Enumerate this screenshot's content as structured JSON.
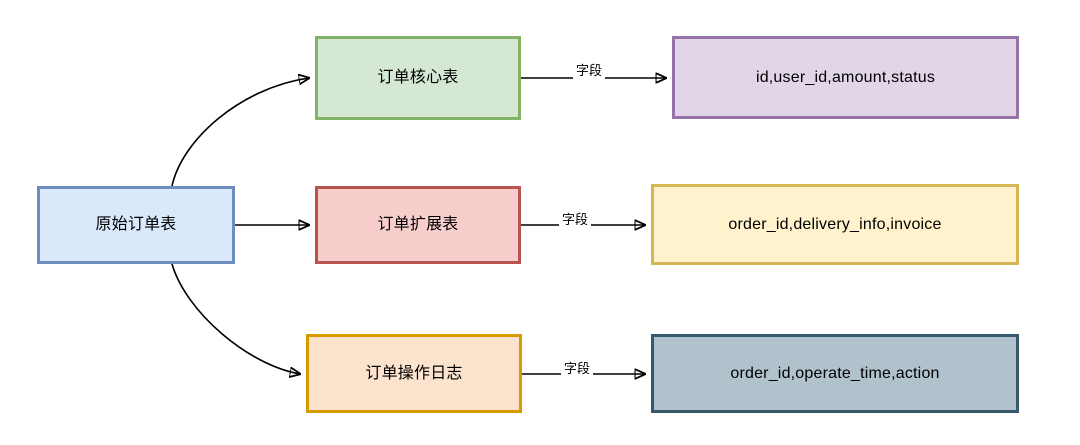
{
  "diagram": {
    "type": "flowchart",
    "background_color": "#ffffff",
    "nodes": {
      "source": {
        "label": "原始订单表",
        "fill": "#dae8fc",
        "stroke": "#6c8ebf"
      },
      "core_table": {
        "label": "订单核心表",
        "fill": "#d5e8d4",
        "stroke": "#82b366"
      },
      "ext_table": {
        "label": "订单扩展表",
        "fill": "#f8cecc",
        "stroke": "#b85450"
      },
      "log_table": {
        "label": "订单操作日志",
        "fill": "#fce3cd",
        "stroke": "#d79b00"
      },
      "core_fields": {
        "label": "id,user_id,amount,status",
        "fill": "#e1d5e7",
        "stroke": "#9673a6"
      },
      "ext_fields": {
        "label": "order_id,delivery_info,invoice",
        "fill": "#fff2cc",
        "stroke": "#d6b656"
      },
      "log_fields": {
        "label": "order_id,operate_time,action",
        "fill": "#b1c2cd",
        "stroke": "#36596b"
      }
    },
    "edges": [
      {
        "from": "source",
        "to": "core_table",
        "label": "",
        "style": "curved-arrow"
      },
      {
        "from": "source",
        "to": "ext_table",
        "label": "",
        "style": "straight-arrow"
      },
      {
        "from": "source",
        "to": "log_table",
        "label": "",
        "style": "curved-arrow"
      },
      {
        "from": "core_table",
        "to": "core_fields",
        "label": "字段",
        "style": "straight-arrow"
      },
      {
        "from": "ext_table",
        "to": "ext_fields",
        "label": "字段",
        "style": "straight-arrow"
      },
      {
        "from": "log_table",
        "to": "log_fields",
        "label": "字段",
        "style": "straight-arrow"
      }
    ],
    "edge_labels": {
      "core": "字段",
      "ext": "字段",
      "log": "字段"
    }
  }
}
